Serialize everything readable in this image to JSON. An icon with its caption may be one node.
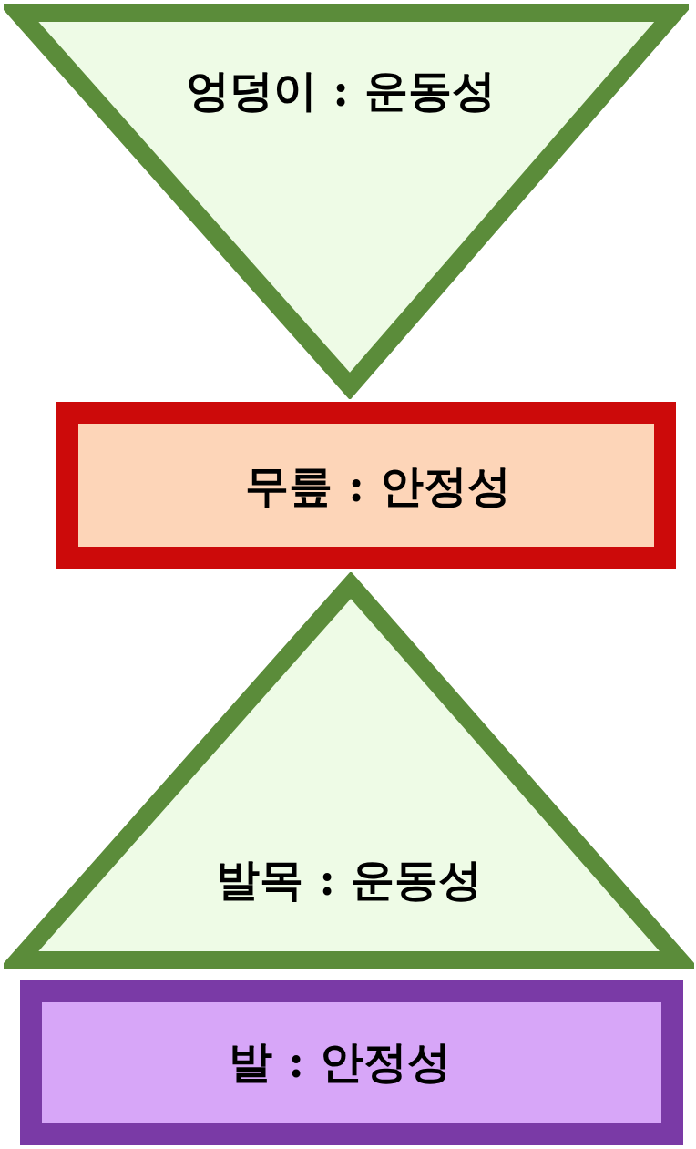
{
  "diagram": {
    "nodes": [
      {
        "text": [
          "엉덩이 : 운동성"
        ]
      },
      {
        "text": [
          "무릎 : 안정성"
        ]
      },
      {
        "text": [
          "발목 : 운동성"
        ]
      },
      {
        "text": [
          "발 : 안정성"
        ]
      }
    ]
  }
}
